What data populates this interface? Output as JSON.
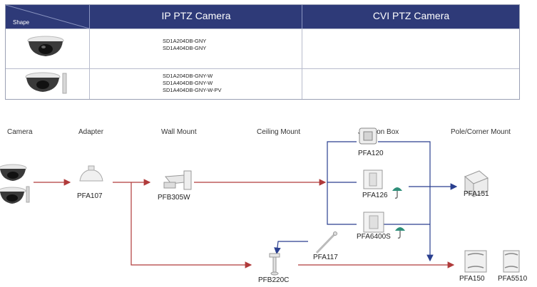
{
  "table": {
    "shape_header": "Shape",
    "ip_header": "IP PTZ Camera",
    "cvi_header": "CVI PTZ Camera",
    "rows": [
      {
        "ip_models": [
          "SD1A204DB-GNY",
          "SD1A404DB-GNY"
        ],
        "cvi_models": []
      },
      {
        "ip_models": [
          "SD1A204DB-GNY-W",
          "SD1A404DB-GNY-W",
          "SD1A404DB-GNY-W-PV"
        ],
        "cvi_models": []
      }
    ]
  },
  "columns": [
    "Camera",
    "Adapter",
    "Wall Mount",
    "Ceiling Mount",
    "Junction Box",
    "Pole/Corner Mount"
  ],
  "parts": {
    "adapter": "PFA107",
    "wall_mount": "PFB305W",
    "ceiling_pole": "PFA117",
    "ceiling_mount": "PFB220C",
    "jbox_1": "PFA120",
    "jbox_2": "PFA126",
    "jbox_3": "PFA6400S",
    "pole_mount": "PFA151",
    "pole_mount_2": "PFA150",
    "corner_mount": "PFA5510"
  },
  "colors": {
    "header_bg": "#2e3a78",
    "arrow_red": "#b03a3a",
    "arrow_blue": "#2a3f8f",
    "umbrella": "#2f8f7a"
  },
  "icons": [
    "dome-camera-icon",
    "wall-dome-camera-icon",
    "umbrella-icon"
  ]
}
